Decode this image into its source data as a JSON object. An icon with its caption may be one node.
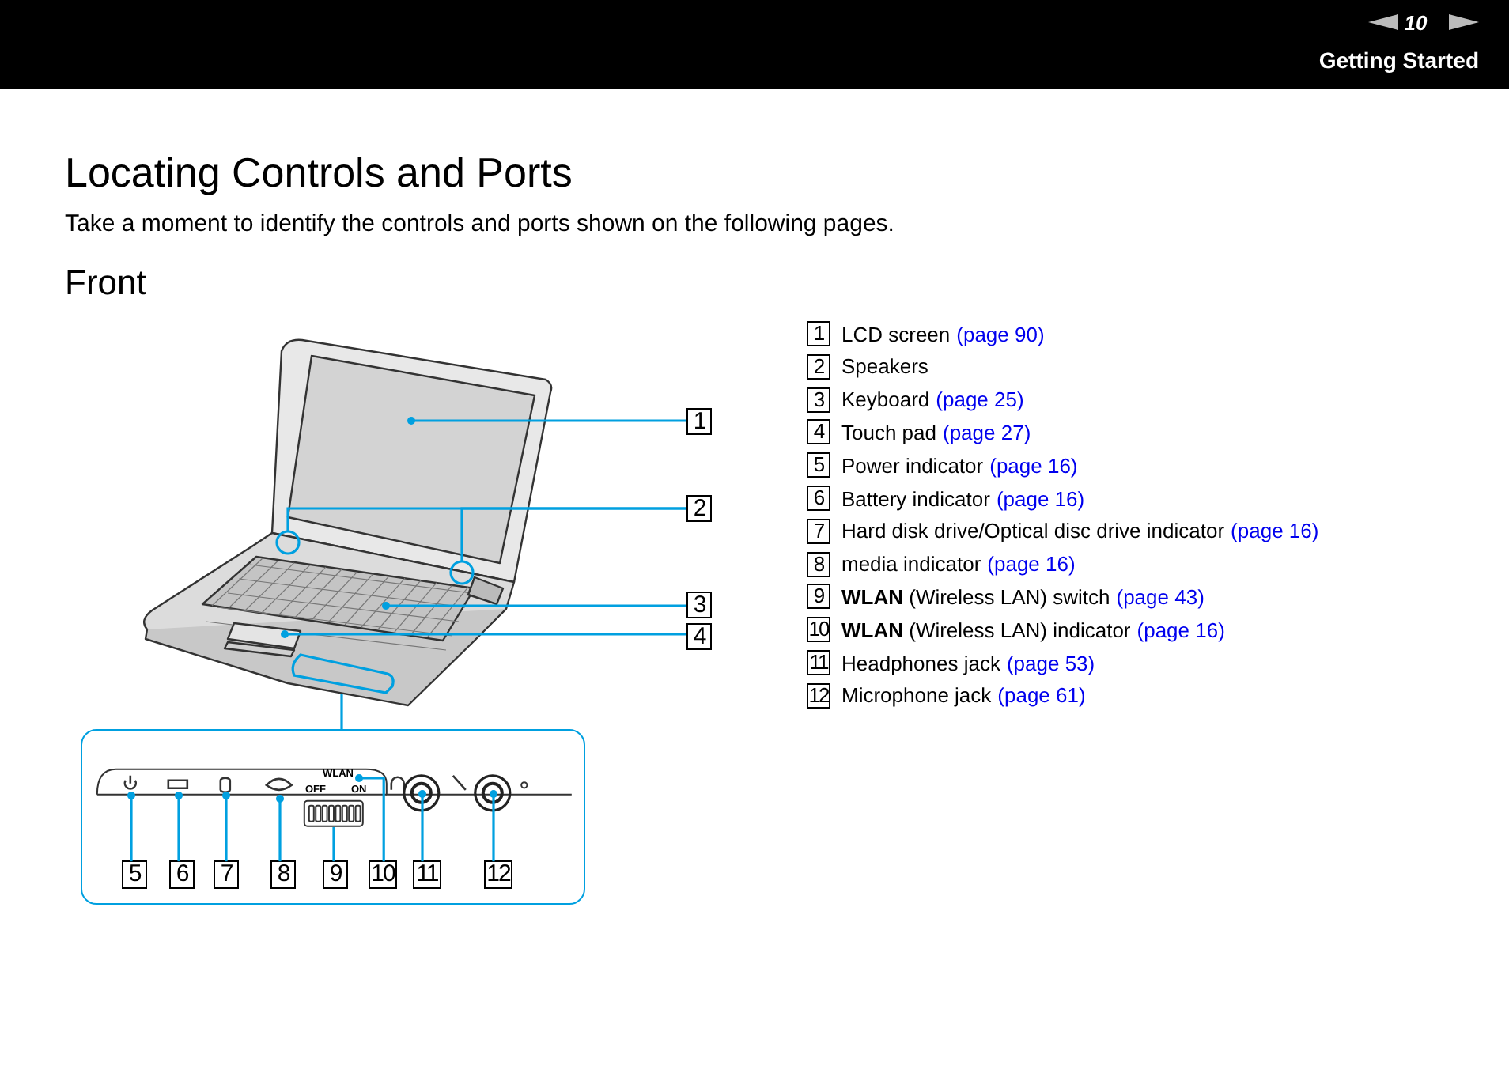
{
  "diagram": {
    "title": "Locating Controls and Ports",
    "nodes": [
      {
        "text": [
          "1"
        ]
      },
      {
        "text": [
          "2"
        ]
      },
      {
        "text": [
          "3"
        ]
      },
      {
        "text": [
          "4"
        ]
      },
      {
        "text": [
          "5"
        ],
        "in": 12
      },
      {
        "text": [
          "6"
        ],
        "in": 12
      },
      {
        "text": [
          "7"
        ],
        "in": 12
      },
      {
        "text": [
          "8"
        ],
        "in": 12
      },
      {
        "text": [
          "9"
        ],
        "in": 12
      },
      {
        "text": [
          "10"
        ],
        "in": 12
      },
      {
        "text": [
          "11"
        ],
        "in": 12
      },
      {
        "text": [
          "12"
        ],
        "in": 12
      },
      {
        "text": [],
        "shape": "box"
      },
      {
        "text": [],
        "shape": "picture"
      },
      {
        "text": [],
        "shape": "picture",
        "in": 12
      }
    ],
    "edges": [
      {
        "from": 0,
        "to": 13,
        "arrow": "other"
      },
      {
        "from": 1,
        "to": 13,
        "arrow": "none"
      },
      {
        "from": 1,
        "to": 13,
        "arrow": "none"
      },
      {
        "from": 2,
        "to": 13,
        "arrow": "other"
      },
      {
        "from": 3,
        "to": 13,
        "arrow": "other"
      },
      {
        "from": 12,
        "to": 13,
        "arrow": "none"
      },
      {
        "from": 4,
        "to": 14,
        "arrow": "other"
      },
      {
        "from": 5,
        "to": 14,
        "arrow": "other"
      },
      {
        "from": 6,
        "to": 14,
        "arrow": "other"
      },
      {
        "from": 7,
        "to": 14,
        "arrow": "other"
      },
      {
        "from": 8,
        "to": 14,
        "arrow": "none"
      },
      {
        "from": 9,
        "to": 14,
        "arrow": "other"
      },
      {
        "from": 10,
        "to": 14,
        "arrow": "other"
      },
      {
        "from": 11,
        "to": 14,
        "arrow": "other"
      }
    ],
    "labels": [
      "10",
      "Getting Started",
      "Take a moment to identify the controls and ports shown on the following pages.",
      "Front",
      "1",
      "LCD screen",
      "(page 90)",
      "2",
      "Speakers",
      "3",
      "Keyboard",
      "(page 25)",
      "4",
      "Touch pad",
      "(page 27)",
      "5",
      "Power indicator",
      "(page 16)",
      "6",
      "Battery indicator",
      "(page 16)",
      "7",
      "Hard disk drive/Optical disc drive indicator",
      "(page 16)",
      "8",
      "media indicator",
      "(page 16)",
      "9",
      "**WLAN** (Wireless LAN) switch",
      "(page 43)",
      "10",
      "**WLAN** (Wireless LAN) indicator",
      "(page 16)",
      "11",
      "Headphones jack",
      "(page 53)",
      "12",
      "Microphone jack",
      "(page 61)",
      "OFF",
      "WLAN",
      "ON"
    ]
  }
}
